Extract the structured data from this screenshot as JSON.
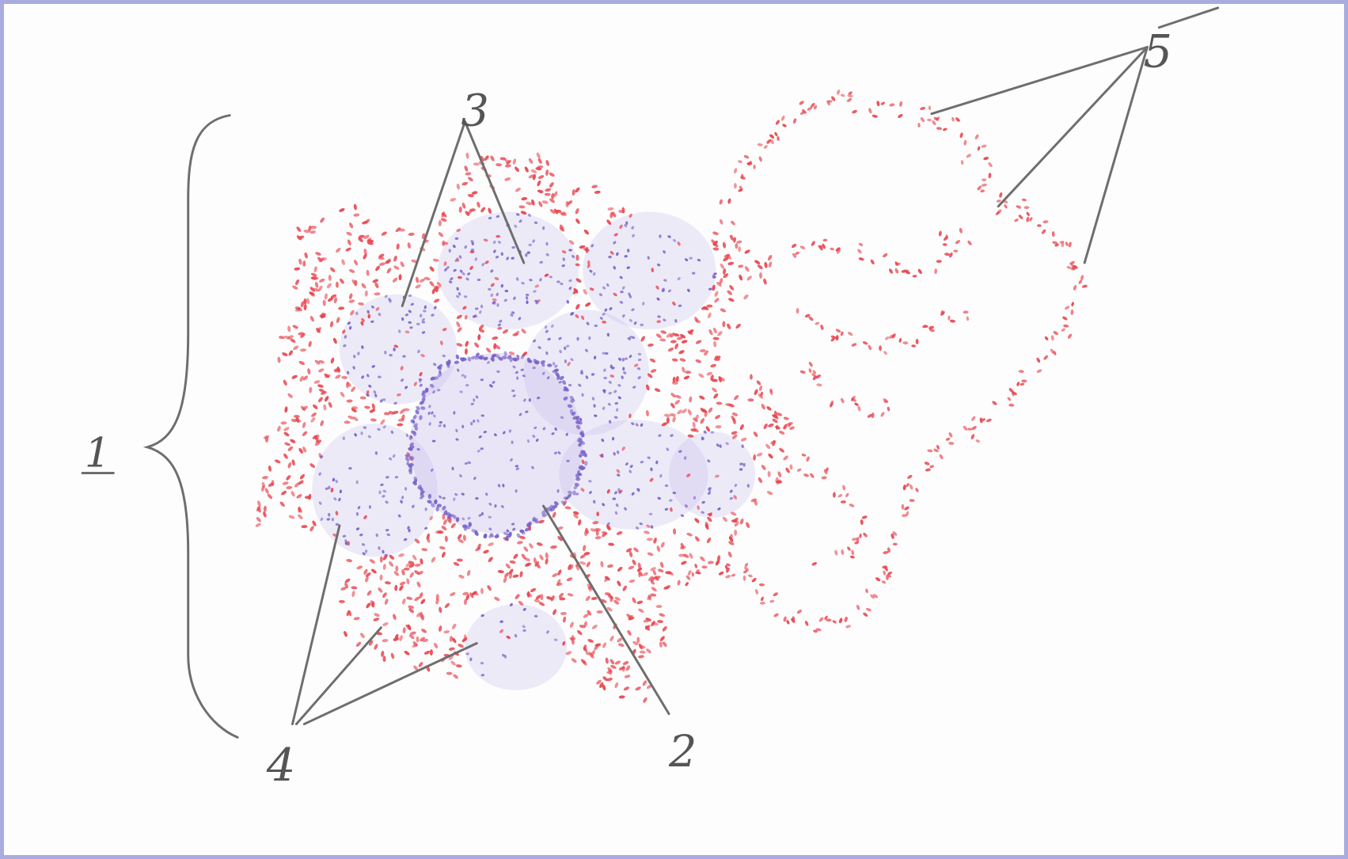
{
  "colors": {
    "background": "#fdfdfd",
    "frame_border": "#a9acdf",
    "red_dots": "#e8454f",
    "purple_dots": "#7560c8",
    "purple_light": "#b8aae6",
    "leader_lines": "#6e6e6e"
  },
  "labels": {
    "label_1": "1",
    "label_2": "2",
    "label_3": "3",
    "label_4": "4",
    "label_5": "5"
  }
}
